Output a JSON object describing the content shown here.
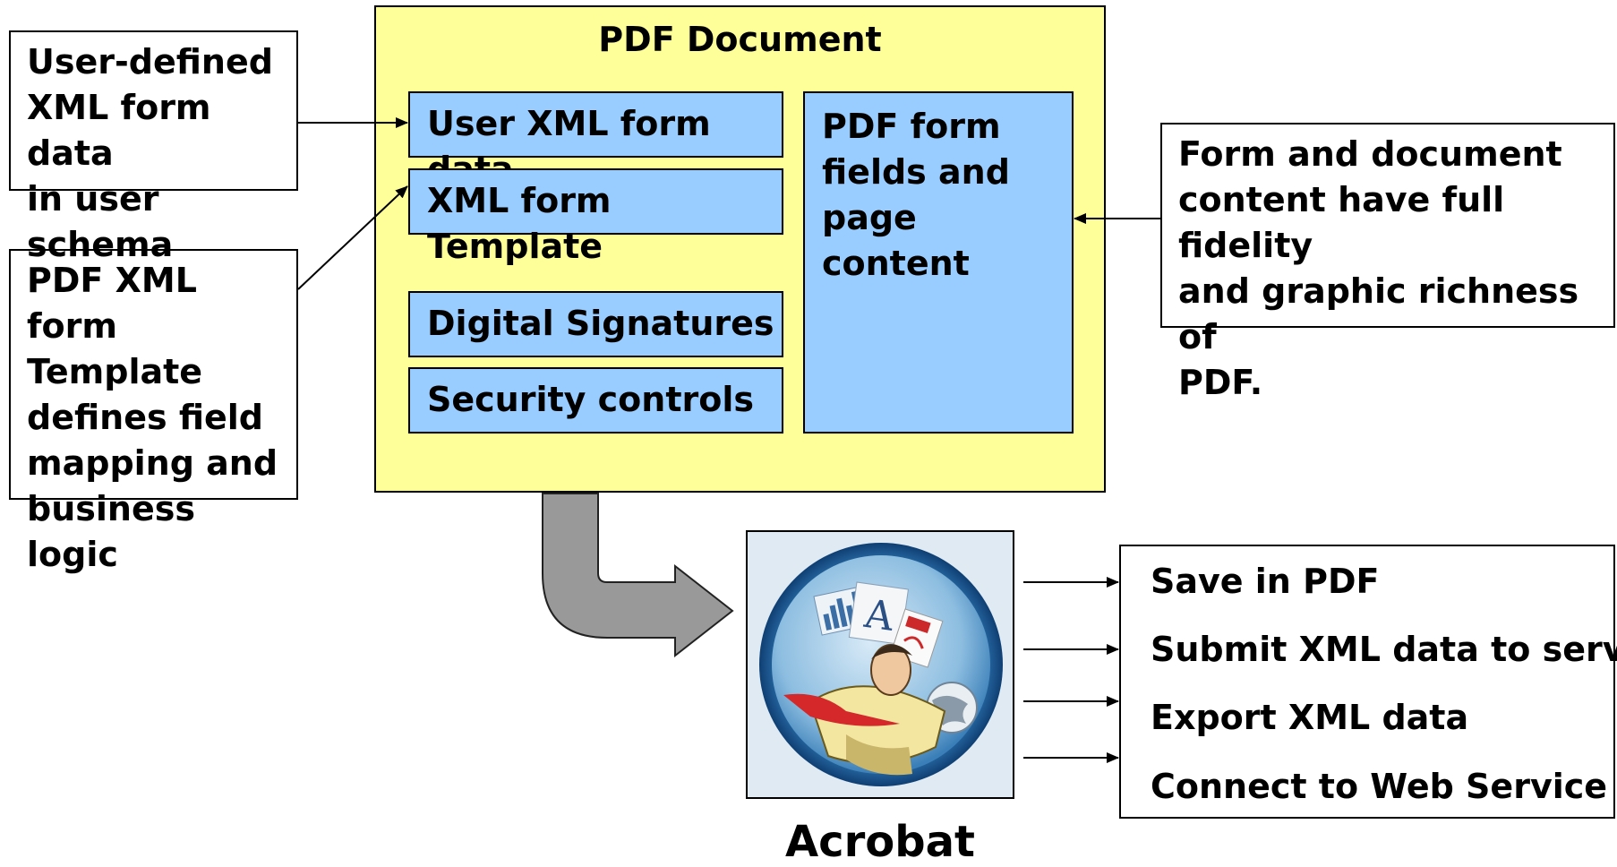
{
  "pdf_document": {
    "title": "PDF Document",
    "user_xml_form_data": "User XML form data",
    "xml_form_template": "XML form Template",
    "digital_signatures": "Digital Signatures",
    "security_controls": "Security controls",
    "pdf_form_fields": [
      "PDF form",
      "fields and",
      "page content"
    ]
  },
  "left_notes": {
    "user_defined": [
      "User-defined",
      "XML form data",
      "in user schema"
    ],
    "template_defines": [
      "PDF XML form",
      "Template",
      "defines field",
      "mapping and",
      "business logic"
    ]
  },
  "right_note": [
    "Form and document",
    "content have full fidelity",
    "and graphic richness of",
    "PDF."
  ],
  "acrobat": {
    "label": "Acrobat",
    "icon": "acrobat-logo-icon"
  },
  "outputs": [
    "Save in PDF",
    "Submit XML data to server",
    "Export XML data",
    "Connect to Web Service"
  ],
  "colors": {
    "document_fill": "#ffff99",
    "component_fill": "#99ccff",
    "flow_arrow": "#999999"
  }
}
